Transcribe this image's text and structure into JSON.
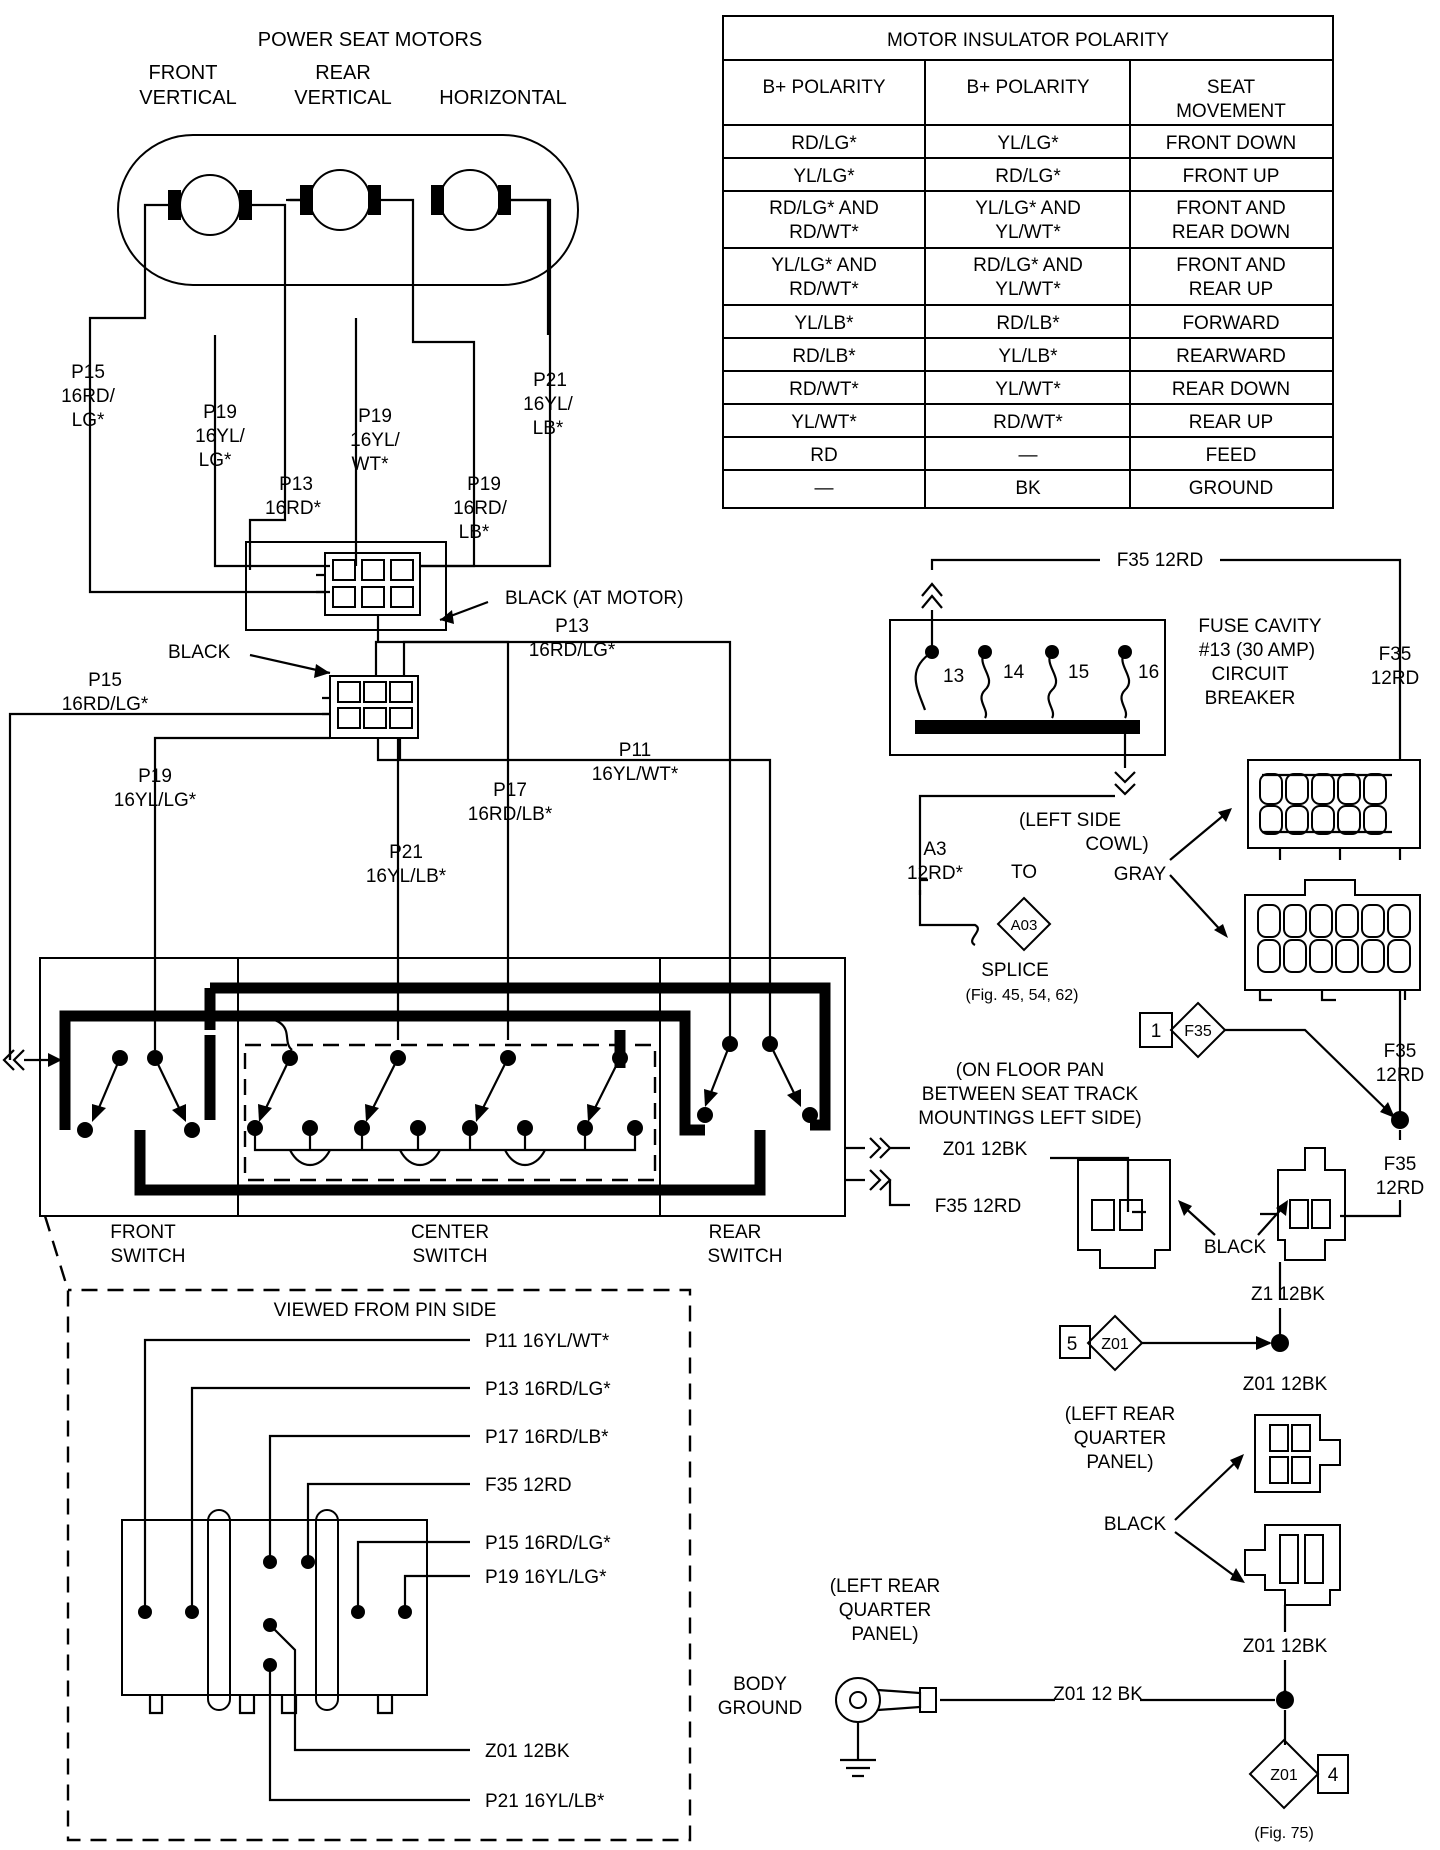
{
  "motors": {
    "title": "POWER SEAT MOTORS",
    "front_l1": "FRONT",
    "front_l2": "VERTICAL",
    "rear_l1": "REAR",
    "rear_l2": "VERTICAL",
    "horizontal": "HORIZONTAL"
  },
  "motor_wires": {
    "p15_a": "P15",
    "p15_b": "16RD/",
    "p15_c": "LG*",
    "p19a_a": "P19",
    "p19a_b": "16YL/",
    "p19a_c": "LG*",
    "p19b_a": "P19",
    "p19b_b": "16YL/",
    "p19b_c": "WT*",
    "p21_a": "P21",
    "p21_b": "16YL/",
    "p21_c": "LB*",
    "p13_a": "P13",
    "p13_b": "16RD*",
    "p19c_a": "P19",
    "p19c_b": "16RD/",
    "p19c_c": "LB*",
    "black_at_motor": "BLACK (AT MOTOR)",
    "black": "BLACK"
  },
  "harness_wires": {
    "p13_a": "P13",
    "p13_b": "16RD/LG*",
    "p15_a": "P15",
    "p15_b": "16RD/LG*",
    "p19_a": "P19",
    "p19_b": "16YL/LG*",
    "p11_a": "P11",
    "p11_b": "16YL/WT*",
    "p17_a": "P17",
    "p17_b": "16RD/LB*",
    "p21_a": "P21",
    "p21_b": "16YL/LB*"
  },
  "table": {
    "title": "MOTOR INSULATOR POLARITY",
    "headers": [
      "B+ POLARITY",
      "B+ POLARITY",
      "SEAT",
      "MOVEMENT"
    ],
    "rows": [
      [
        "RD/LG*",
        "",
        "YL/LG*",
        "",
        "FRONT DOWN",
        ""
      ],
      [
        "YL/LG*",
        "",
        "RD/LG*",
        "",
        "FRONT UP",
        ""
      ],
      [
        "RD/LG* AND",
        "RD/WT*",
        "YL/LG* AND",
        "YL/WT*",
        "FRONT AND",
        "REAR DOWN"
      ],
      [
        "YL/LG* AND",
        "RD/WT*",
        "RD/LG* AND",
        "YL/WT*",
        "FRONT AND",
        "REAR UP"
      ],
      [
        "YL/LB*",
        "",
        "RD/LB*",
        "",
        "FORWARD",
        ""
      ],
      [
        "RD/LB*",
        "",
        "YL/LB*",
        "",
        "REARWARD",
        ""
      ],
      [
        "RD/WT*",
        "",
        "YL/WT*",
        "",
        "REAR DOWN",
        ""
      ],
      [
        "YL/WT*",
        "",
        "RD/WT*",
        "",
        "REAR UP",
        ""
      ],
      [
        "RD",
        "",
        "—",
        "",
        "FEED",
        ""
      ],
      [
        "—",
        "",
        "BK",
        "",
        "GROUND",
        ""
      ]
    ]
  },
  "fuse": {
    "f35_top": "F35 12RD",
    "cavity_a": "FUSE CAVITY",
    "cavity_b": "#13 (30 AMP)",
    "cavity_c": "CIRCUIT",
    "cavity_d": "BREAKER",
    "f35_right_a": "F35",
    "f35_right_b": "12RD",
    "t13": "13",
    "t14": "14",
    "t15": "15",
    "t16": "16",
    "cowl_a": "(LEFT SIDE",
    "cowl_b": "COWL)",
    "gray": "GRAY",
    "a3_a": "A3",
    "a3_b": "12RD*",
    "to": "TO",
    "a03": "A03",
    "splice": "SPLICE",
    "splice_fig": "(Fig. 45, 54, 62)"
  },
  "right_chain": {
    "one": "1",
    "f35_diamond": "F35",
    "f35_12rd_a": "F35",
    "f35_12rd_b": "12RD",
    "f35_12rd_c": "F35",
    "f35_12rd_d": "12RD",
    "floor_a": "(ON FLOOR PAN",
    "floor_b": "BETWEEN SEAT TRACK",
    "floor_c": "MOUNTINGS LEFT SIDE)",
    "z01_12bk_switch": "Z01 12BK",
    "f35_12rd_switch": "F35 12RD",
    "black": "BLACK",
    "z1_12bk": "Z1 12BK",
    "five": "5",
    "z01_diamond": "Z01",
    "z01_12bk_a": "Z01 12BK",
    "quarter_a": "(LEFT REAR",
    "quarter_b": "QUARTER",
    "quarter_c": "PANEL)",
    "black2": "BLACK",
    "z01_12bk_b": "Z01 12BK",
    "body_quarter_a": "(LEFT REAR",
    "body_quarter_b": "QUARTER",
    "body_quarter_c": "PANEL)",
    "body_a": "BODY",
    "body_b": "GROUND",
    "z01_12_bk": "Z01 12 BK",
    "z01_bottom": "Z01",
    "four": "4",
    "fig75": "(Fig. 75)"
  },
  "switches": {
    "front_a": "FRONT",
    "front_b": "SWITCH",
    "center_a": "CENTER",
    "center_b": "SWITCH",
    "rear_a": "REAR",
    "rear_b": "SWITCH"
  },
  "pin_view": {
    "title": "VIEWED FROM PIN SIDE",
    "pins": [
      "P11 16YL/WT*",
      "P13 16RD/LG*",
      "P17 16RD/LB*",
      "F35 12RD",
      "P15 16RD/LG*",
      "P19 16YL/LG*",
      "Z01 12BK",
      "P21 16YL/LB*"
    ]
  }
}
